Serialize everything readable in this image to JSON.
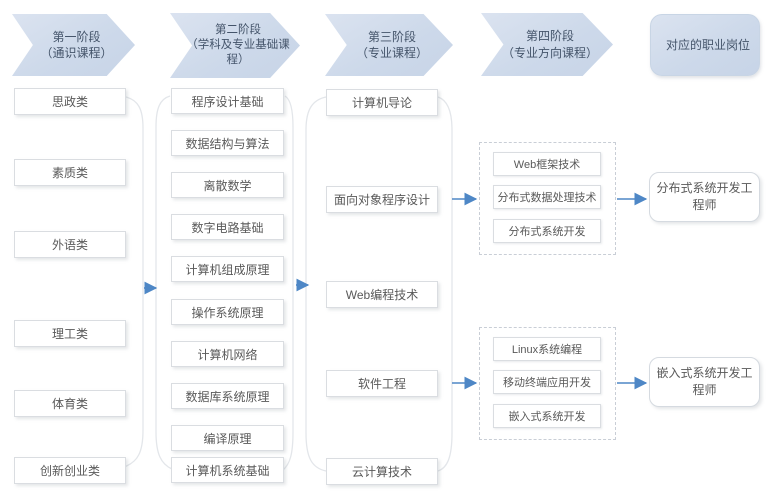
{
  "stages": [
    {
      "lines": [
        "第一阶段",
        "（通识课程）"
      ]
    },
    {
      "lines": [
        "第二阶段",
        "（学科及专业基础课",
        "程）"
      ]
    },
    {
      "lines": [
        "第三阶段",
        "（专业课程）"
      ]
    },
    {
      "lines": [
        "第四阶段",
        "（专业方向课程）"
      ]
    },
    {
      "lines": [
        "对应的职业岗位"
      ]
    }
  ],
  "stage1_courses": [
    "思政类",
    "素质类",
    "外语类",
    "理工类",
    "体育类",
    "创新创业类"
  ],
  "stage2_courses": [
    "程序设计基础",
    "数据结构与算法",
    "离散数学",
    "数字电路基础",
    "计算机组成原理",
    "操作系统原理",
    "计算机网络",
    "数据库系统原理",
    "编译原理",
    "计算机系统基础"
  ],
  "stage3_courses": [
    "计算机导论",
    "面向对象程序设计",
    "Web编程技术",
    "软件工程",
    "云计算技术"
  ],
  "stage4_groups": [
    {
      "courses": [
        "Web框架技术",
        "分布式数据处理技术",
        "分布式系统开发"
      ]
    },
    {
      "courses": [
        "Linux系统编程",
        "移动终端应用开发",
        "嵌入式系统开发"
      ]
    }
  ],
  "jobs": [
    "分布式系统开发工程师",
    "嵌入式系统开发工程师"
  ],
  "colors": {
    "stage_fill": "#cfdbeb",
    "stage_text": "#44546a",
    "course_text": "#595959",
    "course_border": "#dadde1",
    "arrow": "#4e87c6",
    "bracket": "#e3e6ea",
    "group_dash": "#c9ced6"
  }
}
